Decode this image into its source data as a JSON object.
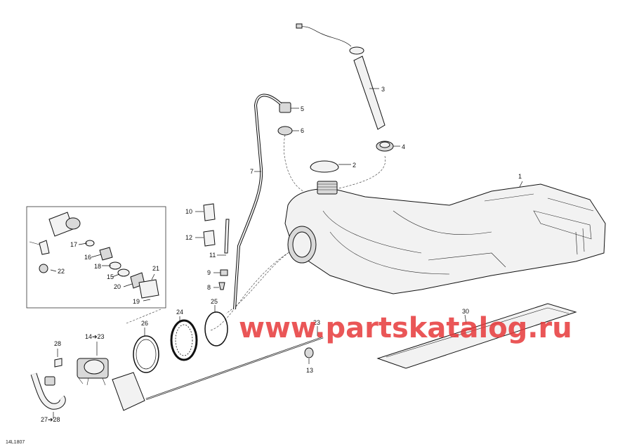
{
  "diagram": {
    "reference_code": "14L1807",
    "watermark": "www.partskatalog.ru",
    "callouts": {
      "p1": "1",
      "p2": "2",
      "p3": "3",
      "p4": "4",
      "p5": "5",
      "p6": "6",
      "p7": "7",
      "p8": "8",
      "p9": "9",
      "p10": "10",
      "p11": "11",
      "p12": "12",
      "p13": "13",
      "p14": "14➔23",
      "p15": "15",
      "p16": "16",
      "p17": "17",
      "p18": "18",
      "p19": "19",
      "p20": "20",
      "p21": "21",
      "p22": "22",
      "p23": "23",
      "p24": "24",
      "p25": "25",
      "p26": "26",
      "p27": "27➔28",
      "p28": "28",
      "p30": "30"
    }
  }
}
